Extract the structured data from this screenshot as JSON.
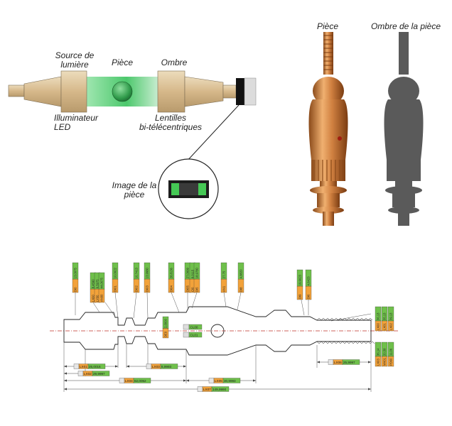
{
  "labels": {
    "light_source": "Source de\nlumière",
    "piece": "Pièce",
    "shadow": "Ombre",
    "led_illuminator": "Illuminateur\nLED",
    "lenses": "Lentilles\nbi-télécentriques",
    "piece_image": "Image de la\npièce",
    "piece_photo": "Pièce",
    "piece_shadow": "Ombre de la pièce"
  },
  "colors": {
    "beam_green": "#5ed07a",
    "optics_tan": "#d9c29c",
    "bronze": "#c8843c",
    "shadow_gray": "#5a5a5a",
    "tag_green": "#6fc04b",
    "tag_orange": "#f2a23a"
  },
  "measurements": {
    "vertical": [
      {
        "code": "DI0",
        "value": "13,0975"
      },
      {
        "code": "LX00",
        "value": "8,4590"
      },
      {
        "code": "LY00",
        "value": "6,5975"
      },
      {
        "code": "AN00",
        "value": "44,0675"
      },
      {
        "code": "DI01",
        "value": "10,0922"
      },
      {
        "code": "DI02",
        "value": "10,7413"
      },
      {
        "code": "DI03",
        "value": "13,9980"
      },
      {
        "code": "DI04",
        "value": "28,8136"
      },
      {
        "code": "DI05",
        "value": "27,0999"
      },
      {
        "code": "CI0",
        "value": "8,0115"
      },
      {
        "code": "DI5",
        "value": "18,9780"
      },
      {
        "code": "AN1",
        "value": "27,75"
      },
      {
        "code": "DI8",
        "value": "4,8820"
      },
      {
        "code": "DI9",
        "value": "19,9023"
      },
      {
        "code": "DI6",
        "value": "4,6423"
      },
      {
        "code": "DE0",
        "value": "2,0000"
      }
    ],
    "right_stack": [
      {
        "code": "LX00",
        "value": "36,13"
      },
      {
        "code": "LX01",
        "value": "35,13"
      },
      {
        "code": "LX02",
        "value": "39,13"
      }
    ],
    "right_stack_low": [
      {
        "code": "LX03",
        "value": "36,14"
      },
      {
        "code": "MX01",
        "value": "20,58"
      },
      {
        "code": "PD00",
        "value": "11,06"
      }
    ],
    "circles": [
      {
        "code": "CL00",
        "value": "..."
      },
      {
        "code": "CL01",
        "value": "..."
      }
    ],
    "horizontal": [
      {
        "code": "LX01",
        "value": "25,0016"
      },
      {
        "code": "LX02",
        "value": "29,9997"
      },
      {
        "code": "LX03",
        "value": "6,9993"
      },
      {
        "code": "LX04",
        "value": "62,0052"
      },
      {
        "code": "LX05",
        "value": "30,9993"
      },
      {
        "code": "LX06",
        "value": "25,9997"
      },
      {
        "code": "LX07",
        "value": "149,9990"
      }
    ]
  }
}
